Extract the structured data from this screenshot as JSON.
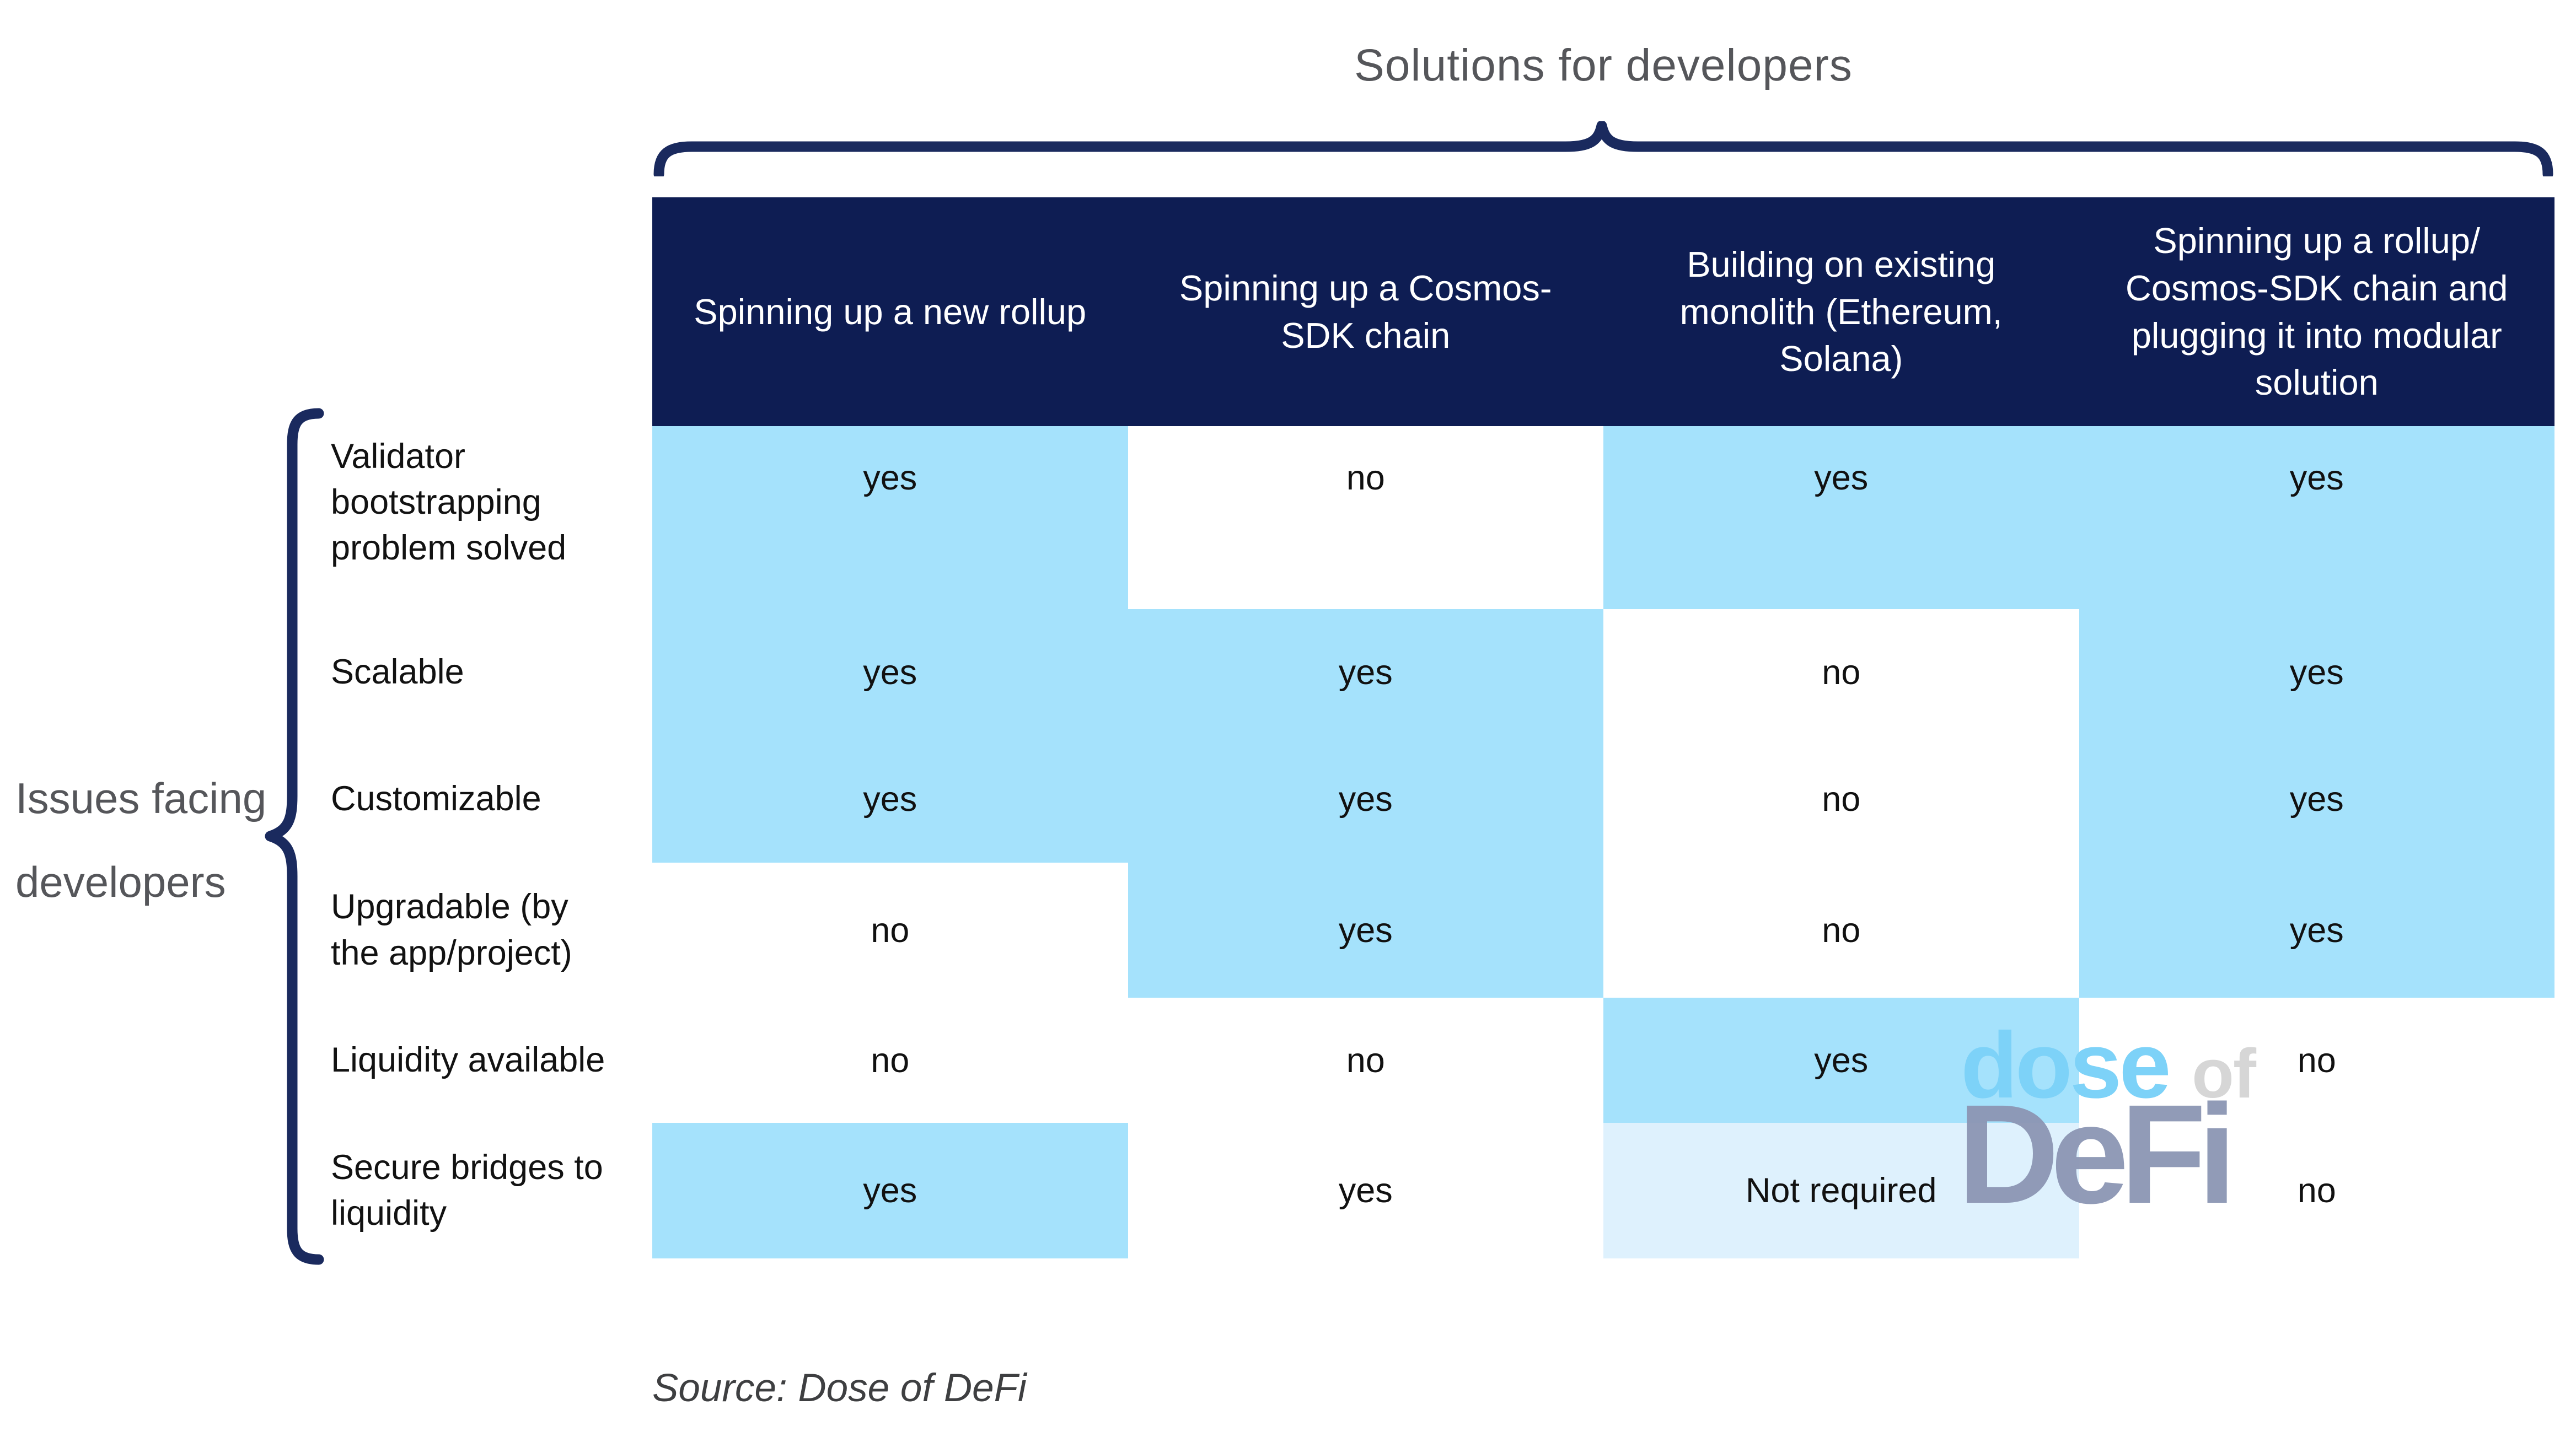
{
  "title": "Solutions for developers",
  "left_group": {
    "line1": "Issues facing",
    "line2": "developers"
  },
  "table": {
    "columns": [
      "Spinning up a new rollup",
      "Spinning up a Cosmos-\nSDK chain",
      "Building on existing\nmonolith (Ethereum,\nSolana)",
      "Spinning up a rollup/\nCosmos-SDK chain and\nplugging it into modular\nsolution"
    ],
    "rows": [
      {
        "label": "Validator\nbootstrapping\nproblem solved",
        "cells": [
          {
            "value": "yes",
            "highlight": "on"
          },
          {
            "value": "no",
            "highlight": "off"
          },
          {
            "value": "yes",
            "highlight": "on"
          },
          {
            "value": "yes",
            "highlight": "on"
          }
        ]
      },
      {
        "label": "Scalable",
        "cells": [
          {
            "value": "yes",
            "highlight": "on"
          },
          {
            "value": "yes",
            "highlight": "on"
          },
          {
            "value": "no",
            "highlight": "off"
          },
          {
            "value": "yes",
            "highlight": "on"
          }
        ]
      },
      {
        "label": "Customizable",
        "cells": [
          {
            "value": "yes",
            "highlight": "on"
          },
          {
            "value": "yes",
            "highlight": "on"
          },
          {
            "value": "no",
            "highlight": "off"
          },
          {
            "value": "yes",
            "highlight": "on"
          }
        ]
      },
      {
        "label": "Upgradable (by\nthe app/project)",
        "cells": [
          {
            "value": "no",
            "highlight": "off"
          },
          {
            "value": "yes",
            "highlight": "on"
          },
          {
            "value": "no",
            "highlight": "off"
          },
          {
            "value": "yes",
            "highlight": "on"
          }
        ]
      },
      {
        "label": "Liquidity available",
        "cells": [
          {
            "value": "no",
            "highlight": "off"
          },
          {
            "value": "no",
            "highlight": "off"
          },
          {
            "value": "yes",
            "highlight": "on"
          },
          {
            "value": "no",
            "highlight": "off"
          }
        ]
      },
      {
        "label": "Secure bridges to\nliquidity",
        "cells": [
          {
            "value": "yes",
            "highlight": "on"
          },
          {
            "value": "yes",
            "highlight": "off"
          },
          {
            "value": "Not required",
            "highlight": "pale"
          },
          {
            "value": "no",
            "highlight": "off"
          }
        ]
      }
    ]
  },
  "watermark": {
    "dose": "dose",
    "of": "of",
    "defi": "DeFi"
  },
  "source": "Source: Dose of DeFi",
  "colors": {
    "header_bg": "#0e1d53",
    "cell_highlight_blue": "#a5e2fc",
    "cell_pale_blue": "#def1fd",
    "cell_off_white": "#ffffff",
    "brace_navy": "#1a2a5e",
    "title_text": "#55565a",
    "header_text": "#ffffff",
    "body_text": "#121212",
    "watermark_dose": "#7dd2f8",
    "watermark_of": "#d6d6d6",
    "watermark_defi": "#8c96b4",
    "source_text": "#3e3f41"
  }
}
